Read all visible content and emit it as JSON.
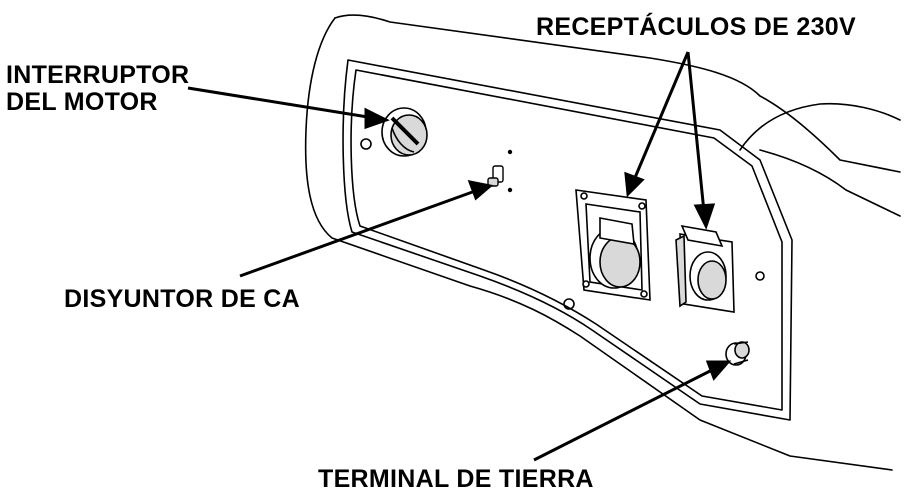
{
  "labels": {
    "engine_switch_line1": "INTERRUPTOR",
    "engine_switch_line2": "DEL MOTOR",
    "receptacles": "RECEPTÁCULOS DE 230V",
    "breaker": "DISYUNTOR DE CA",
    "ground_terminal": "TERMINAL DE TIERRA"
  },
  "colors": {
    "ink": "#000000",
    "panel": "#ffffff",
    "shade": "#d9d9d9"
  }
}
